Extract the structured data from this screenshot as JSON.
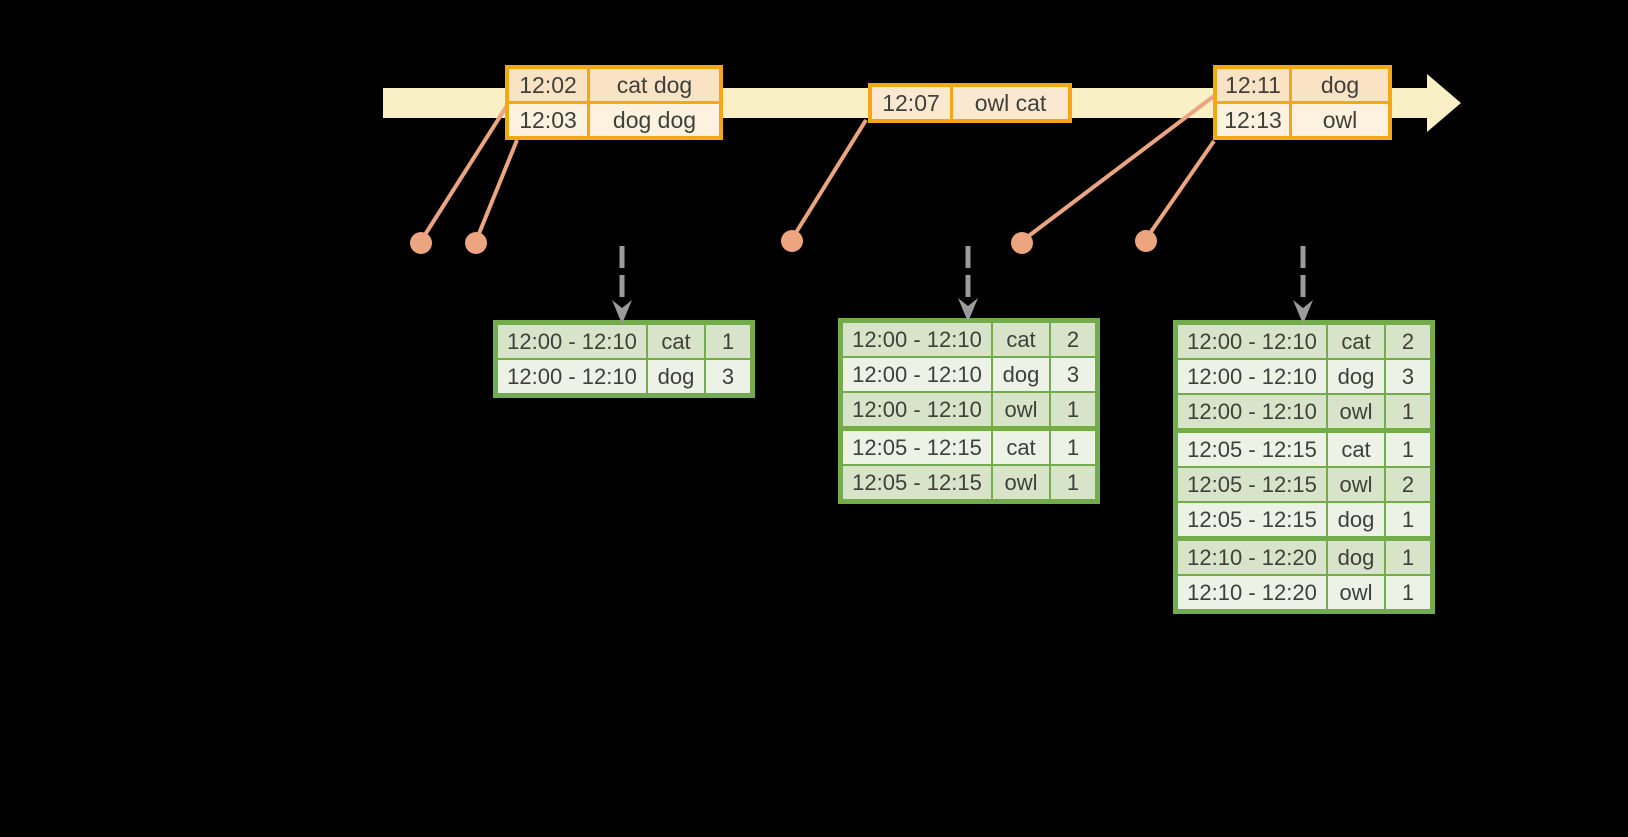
{
  "colors": {
    "background": "#000000",
    "timeline-fill": "#FAF0C6",
    "event-border": "#F2A713",
    "event-row-peach": "#FAE2C5",
    "event-row-cream": "#FDF2DF",
    "event-row-light-peach": "#FBE8D1",
    "connector": "#EDA57F",
    "trigger-arrow": "#9B9B9B",
    "result-border": "#73AC4B",
    "result-row-dark": "#D8E4C9",
    "result-row-light": "#EDF2E7",
    "text": "#3E4039"
  },
  "event_tables": [
    {
      "rows": [
        {
          "time": "12:02",
          "words": "cat dog"
        },
        {
          "time": "12:03",
          "words": "dog dog"
        }
      ]
    },
    {
      "rows": [
        {
          "time": "12:07",
          "words": "owl cat"
        }
      ]
    },
    {
      "rows": [
        {
          "time": "12:11",
          "words": "dog"
        },
        {
          "time": "12:13",
          "words": "owl"
        }
      ]
    }
  ],
  "result_tables": [
    {
      "rows": [
        {
          "window": "12:00 - 12:10",
          "word": "cat",
          "count": "1"
        },
        {
          "window": "12:00 - 12:10",
          "word": "dog",
          "count": "3"
        }
      ]
    },
    {
      "rows": [
        {
          "window": "12:00 - 12:10",
          "word": "cat",
          "count": "2"
        },
        {
          "window": "12:00 - 12:10",
          "word": "dog",
          "count": "3"
        },
        {
          "window": "12:00 - 12:10",
          "word": "owl",
          "count": "1"
        },
        {
          "window": "12:05 - 12:15",
          "word": "cat",
          "count": "1"
        },
        {
          "window": "12:05 - 12:15",
          "word": "owl",
          "count": "1"
        }
      ]
    },
    {
      "rows": [
        {
          "window": "12:00 - 12:10",
          "word": "cat",
          "count": "2"
        },
        {
          "window": "12:00 - 12:10",
          "word": "dog",
          "count": "3"
        },
        {
          "window": "12:00 - 12:10",
          "word": "owl",
          "count": "1"
        },
        {
          "window": "12:05 - 12:15",
          "word": "cat",
          "count": "1"
        },
        {
          "window": "12:05 - 12:15",
          "word": "owl",
          "count": "2"
        },
        {
          "window": "12:05 - 12:15",
          "word": "dog",
          "count": "1"
        },
        {
          "window": "12:10 - 12:20",
          "word": "dog",
          "count": "1"
        },
        {
          "window": "12:10 - 12:20",
          "word": "owl",
          "count": "1"
        }
      ]
    }
  ]
}
